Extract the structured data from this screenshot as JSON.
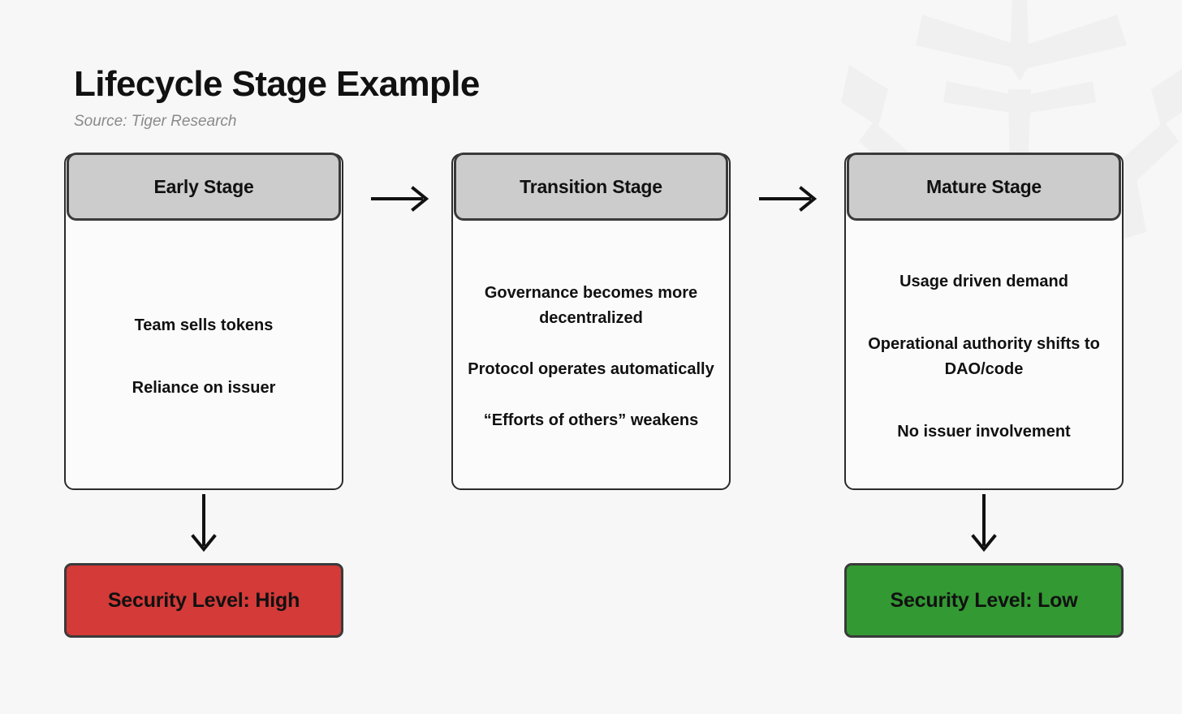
{
  "header": {
    "title": "Lifecycle Stage Example",
    "source": "Source: Tiger Research"
  },
  "colors": {
    "background": "#f7f7f7",
    "card_header": "#cccccc",
    "card_body": "#fbfbfb",
    "border": "#2b2b2b",
    "risk_high": "#d33a38",
    "risk_low": "#339933",
    "text": "#111111",
    "source_text": "#8a8a8a"
  },
  "stages": [
    {
      "header": "Early Stage",
      "items": [
        "Team sells tokens",
        "Reliance on issuer"
      ]
    },
    {
      "header": "Transition Stage",
      "items": [
        "Governance becomes more decentralized",
        "Protocol operates automatically",
        "“Efforts of others” weakens"
      ]
    },
    {
      "header": "Mature Stage",
      "items": [
        "Usage driven demand",
        "Operational authority shifts to DAO/code",
        "No issuer involvement"
      ]
    }
  ],
  "flow_arrows": [
    {
      "icon": "arrow-right-icon",
      "from": "Early Stage",
      "to": "Transition Stage"
    },
    {
      "icon": "arrow-right-icon",
      "from": "Transition Stage",
      "to": "Mature Stage"
    }
  ],
  "outcome_arrows": [
    {
      "icon": "arrow-down-icon",
      "from": "Early Stage",
      "to": "Security Level: High"
    },
    {
      "icon": "arrow-down-icon",
      "from": "Mature Stage",
      "to": "Security Level: Low"
    }
  ],
  "badges": [
    {
      "label": "Security Level: High",
      "color": "#d33a38"
    },
    {
      "label": "Security Level: Low",
      "color": "#339933"
    }
  ]
}
